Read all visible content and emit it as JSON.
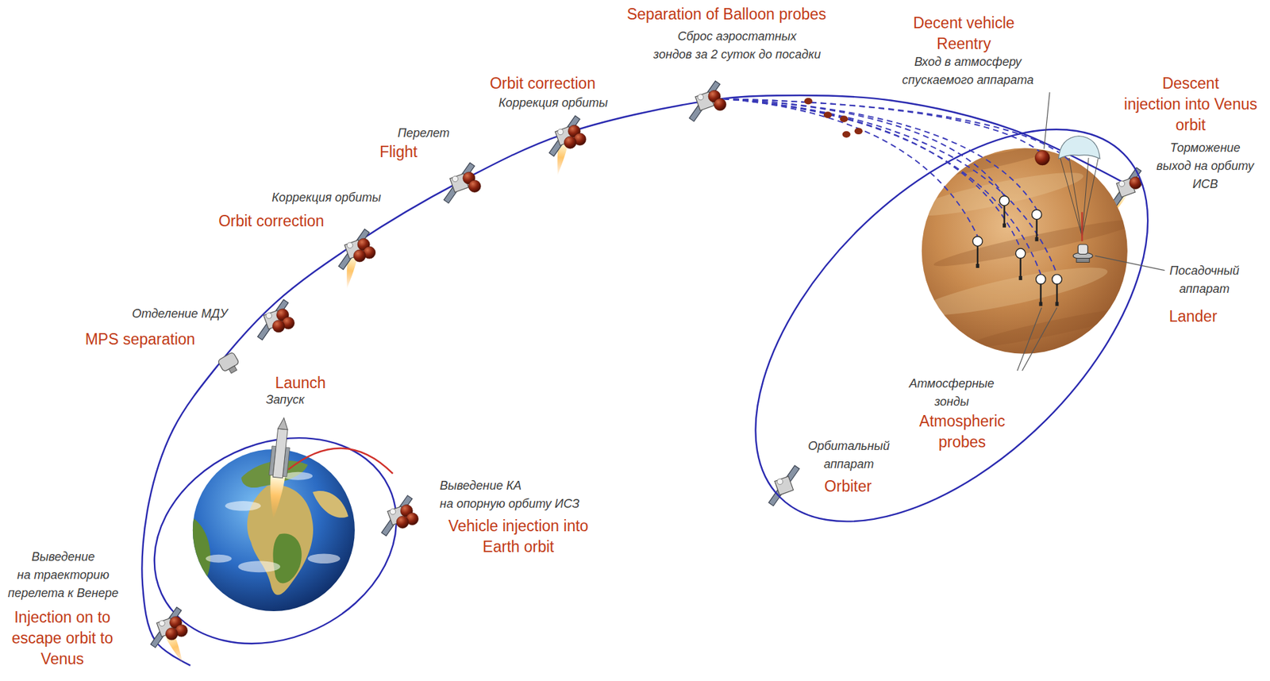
{
  "diagram": {
    "labels": [
      "Separation of Balloon probes",
      "Сброс аэростатных зондов за 2 суток до посадки",
      "Decent vehicle Reentry",
      "Вход в атмосферу спускаемого аппарата",
      "Descent injection into Venus orbit",
      "Торможение выход на орбиту ИСВ",
      "Orbit correction",
      "Коррекция орбиты",
      "Перелет",
      "Flight",
      "Коррекция орбиты",
      "Orbit correction",
      "Отделение МДУ",
      "MPS separation",
      "Launch",
      "Запуск",
      "Выведение КА на опорную орбиту ИСЗ",
      "Vehicle injection into Earth orbit",
      "Выведение на траекторию перелета к Венере",
      "Injection on to escape orbit to Venus",
      "Посадочный аппарат",
      "Lander",
      "Атмосферные зонды",
      "Atmospheric probes",
      "Орбитальный аппарат",
      "Orbiter"
    ]
  }
}
